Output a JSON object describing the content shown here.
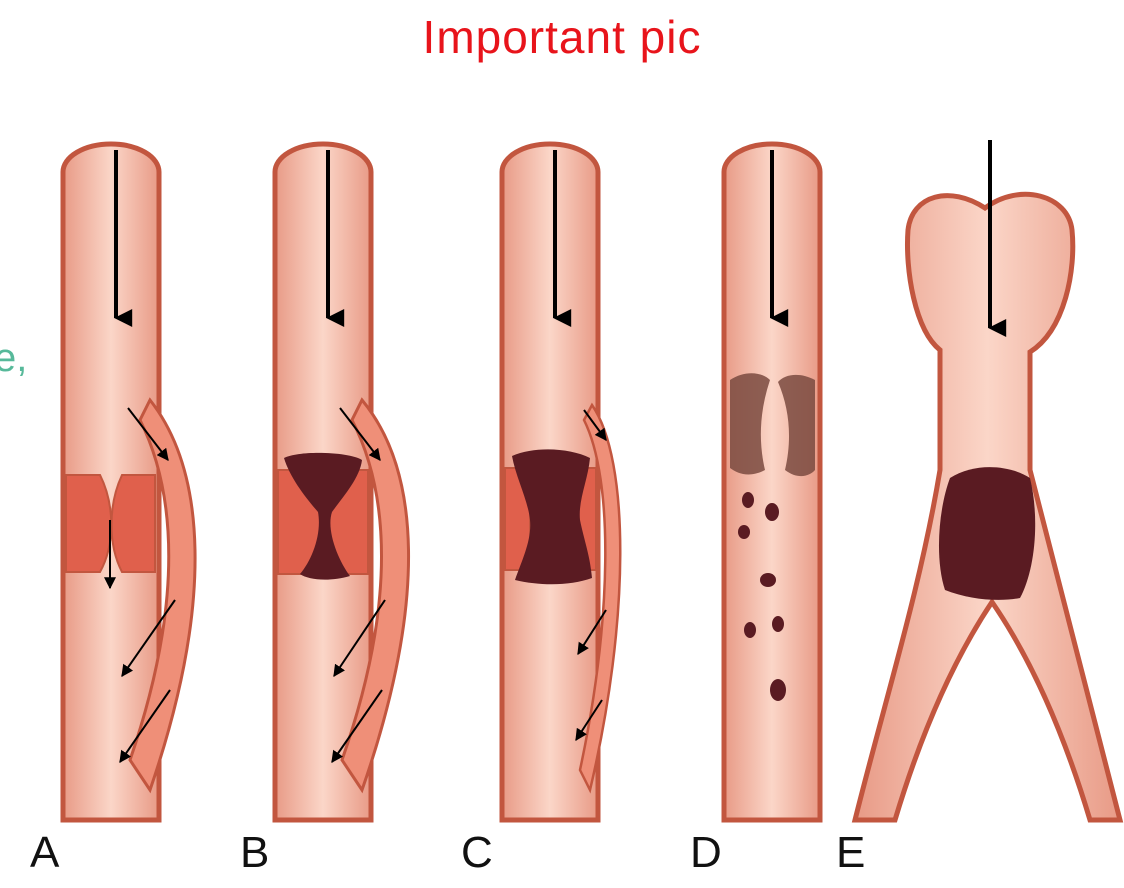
{
  "header": {
    "title": "Important pic"
  },
  "side_text": "e,",
  "panels": [
    {
      "label": "A"
    },
    {
      "label": "B"
    },
    {
      "label": "C"
    },
    {
      "label": "D"
    },
    {
      "label": "E"
    }
  ],
  "colors": {
    "title": "#e8141b",
    "side_text": "#57b99a",
    "vessel_fill": "#f2b4a0",
    "vessel_wall": "#c2563f",
    "tissue": "#e0604c",
    "clot": "#5a1b22"
  }
}
